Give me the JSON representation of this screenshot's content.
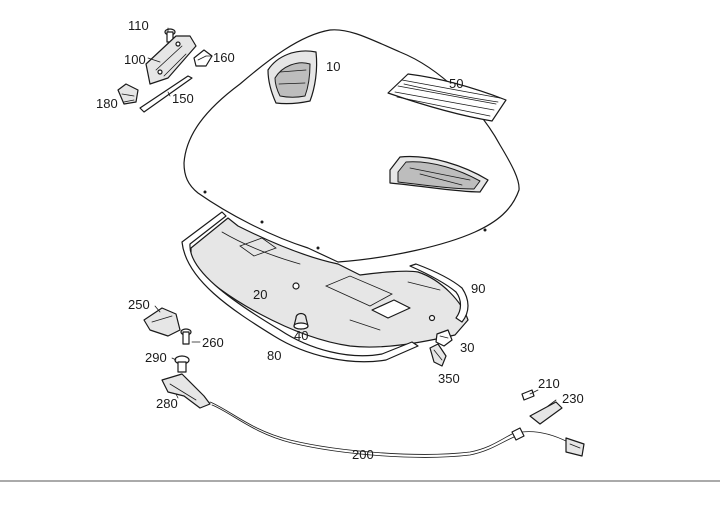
{
  "callouts": {
    "c10": "10",
    "c20": "20",
    "c30": "30",
    "c40": "40",
    "c50": "50",
    "c80": "80",
    "c90": "90",
    "c100": "100",
    "c110": "110",
    "c150": "150",
    "c160": "160",
    "c180": "180",
    "c200": "200",
    "c210": "210",
    "c230": "230",
    "c250": "250",
    "c260": "260",
    "c280": "280",
    "c290": "290",
    "c350": "350"
  }
}
